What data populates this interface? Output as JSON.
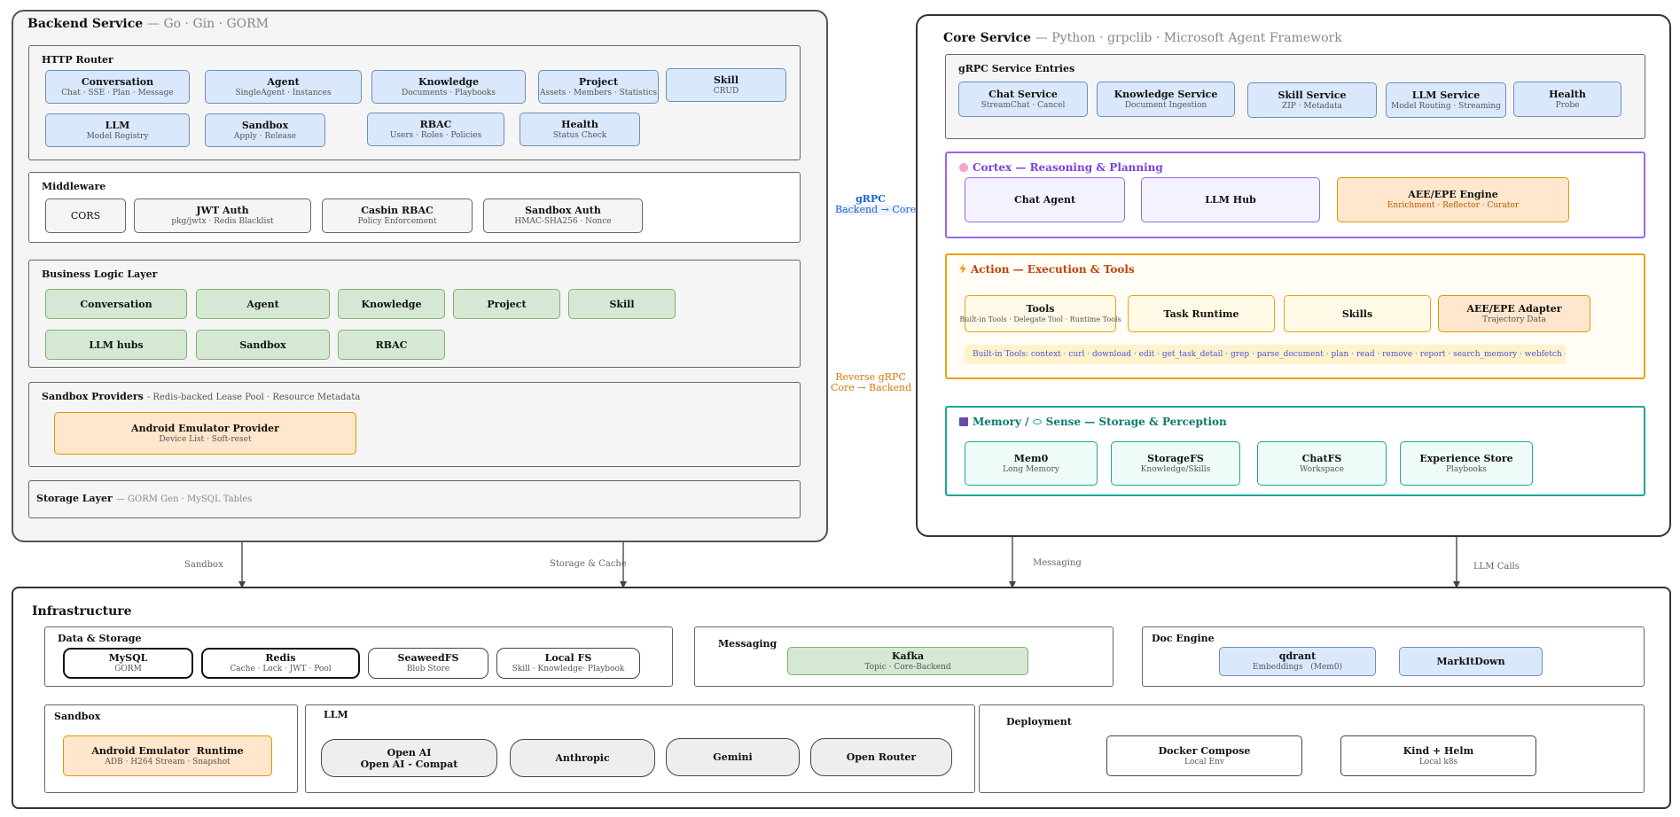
{
  "backend": {
    "title": "Backend Service",
    "subtitle": "— Go · Gin · GORM",
    "http_router": {
      "title": "HTTP Router",
      "items": [
        {
          "t": "Conversation",
          "s": "Chat · SSE · Plan · Message"
        },
        {
          "t": "Agent",
          "s": "SingleAgent · Instances"
        },
        {
          "t": "Knowledge",
          "s": "Documents · Playbooks"
        },
        {
          "t": "Project",
          "s": "Assets · Members · Statistics"
        },
        {
          "t": "Skill",
          "s": "CRUD"
        },
        {
          "t": "LLM",
          "s": "Model Registry"
        },
        {
          "t": "Sandbox",
          "s": "Apply · Release"
        },
        {
          "t": "RBAC",
          "s": "Users · Roles · Policies"
        },
        {
          "t": "Health",
          "s": "Status Check"
        }
      ]
    },
    "middleware": {
      "title": "Middleware",
      "items": [
        {
          "t": "CORS",
          "s": ""
        },
        {
          "t": "JWT Auth",
          "s": "pkg/jwtx · Redis Blacklist"
        },
        {
          "t": "Casbin RBAC",
          "s": "Policy Enforcement"
        },
        {
          "t": "Sandbox Auth",
          "s": "HMAC-SHA256 · Nonce"
        }
      ]
    },
    "business": {
      "title": "Business Logic Layer",
      "items": [
        "Conversation",
        "Agent",
        "Knowledge",
        "Project",
        "Skill",
        "LLM hubs",
        "Sandbox",
        "RBAC"
      ]
    },
    "providers": {
      "title": "Sandbox Providers",
      "subtitle": "- Redis-backed Lease Pool · Resource Metadata",
      "item": {
        "t": "Android Emulator Provider",
        "s": "Device List · Soft-reset"
      }
    },
    "storage": {
      "title": "Storage Layer",
      "subtitle": "— GORM Gen · MySQL Tables"
    }
  },
  "links": {
    "grpc": {
      "t": "gRPC",
      "s": "Backend → Core"
    },
    "reverse": {
      "t": "Reverse gRPC",
      "s": "Core → Backend"
    },
    "sandbox": "Sandbox",
    "storage_cache": "Storage & Cache",
    "messaging": "Messaging",
    "llm_calls": "LLM Calls"
  },
  "core": {
    "title": "Core Service",
    "subtitle": "— Python · grpclib · Microsoft Agent Framework",
    "grpc_entries": {
      "title": "gRPC Service Entries",
      "items": [
        {
          "t": "Chat Service",
          "s": "StreamChat · Cancel"
        },
        {
          "t": "Knowledge Service",
          "s": "Document Ingestion"
        },
        {
          "t": "Skill Service",
          "s": "ZIP · Metadata"
        },
        {
          "t": "LLM Service",
          "s": "Model Routing · Streaming"
        },
        {
          "t": "Health",
          "s": "Probe"
        }
      ]
    },
    "cortex": {
      "title": "Cortex — Reasoning & Planning",
      "items": [
        {
          "t": "Chat Agent",
          "s": ""
        },
        {
          "t": "LLM Hub",
          "s": ""
        },
        {
          "t": "AEE/EPE Engine",
          "s": "Enrichment · Reflector · Curator"
        }
      ]
    },
    "action": {
      "title": "Action — Execution & Tools",
      "items": [
        {
          "t": "Tools",
          "s": "Built-in Tools · Delegate Tool · Runtime Tools"
        },
        {
          "t": "Task Runtime",
          "s": ""
        },
        {
          "t": "Skills",
          "s": ""
        },
        {
          "t": "AEE/EPE Adapter",
          "s": "Trajectory Data"
        }
      ],
      "builtin": "Built-in Tools: context · curl · download · edit · get_task_detail · grep · parse_document · plan · read · remove · report · search_memory · webfetch · write_file"
    },
    "memory": {
      "title_a": "Memory / ",
      "title_b": "Sense — Storage & Perception",
      "items": [
        {
          "t": "Mem0",
          "s": "Long Memory"
        },
        {
          "t": "StorageFS",
          "s": "Knowledge/Skills"
        },
        {
          "t": "ChatFS",
          "s": "Workspace"
        },
        {
          "t": "Experience Store",
          "s": "Playbooks"
        }
      ]
    }
  },
  "infra": {
    "title": "Infrastructure",
    "data_storage": {
      "title": "Data & Storage",
      "items": [
        {
          "t": "MySQL",
          "s": "GORM"
        },
        {
          "t": "Redis",
          "s": "Cache · Lock · JWT · Pool"
        },
        {
          "t": "SeaweedFS",
          "s": "Blob Store"
        },
        {
          "t": "Local FS",
          "s": "Skill · Knowledge· Playbook"
        }
      ]
    },
    "messaging": {
      "title": "Messaging",
      "item": {
        "t": "Kafka",
        "s": "Topic · Core-Backend"
      }
    },
    "doc_engine": {
      "title": "Doc Engine",
      "items": [
        {
          "t": "qdrant",
          "s": "Embeddings   (Mem0)"
        },
        {
          "t": "MarkItDown",
          "s": ""
        }
      ]
    },
    "sandbox": {
      "title": "Sandbox",
      "item": {
        "t": "Android Emulator  Runtime",
        "s": "ADB · H264 Stream · Snapshot"
      }
    },
    "llm": {
      "title": "LLM",
      "items": [
        {
          "t": "Open AI",
          "s": "Open AI - Compat"
        },
        {
          "t": "Anthropic",
          "s": ""
        },
        {
          "t": "Gemini",
          "s": ""
        },
        {
          "t": "Open Router",
          "s": ""
        }
      ]
    },
    "deployment": {
      "title": "Deployment",
      "items": [
        {
          "t": "Docker Compose",
          "s": "Local Env"
        },
        {
          "t": "Kind + Helm",
          "s": "Local k8s"
        }
      ]
    }
  },
  "colors": {
    "blue": "#dae8fc",
    "green": "#d5e8d4",
    "orange": "#ffe6cc",
    "purple": "#9a68e6",
    "yellow": "#e8a317",
    "teal": "#1aa894",
    "grpc_link": "#1a5fd0",
    "reverse_link": "#d9780a"
  }
}
